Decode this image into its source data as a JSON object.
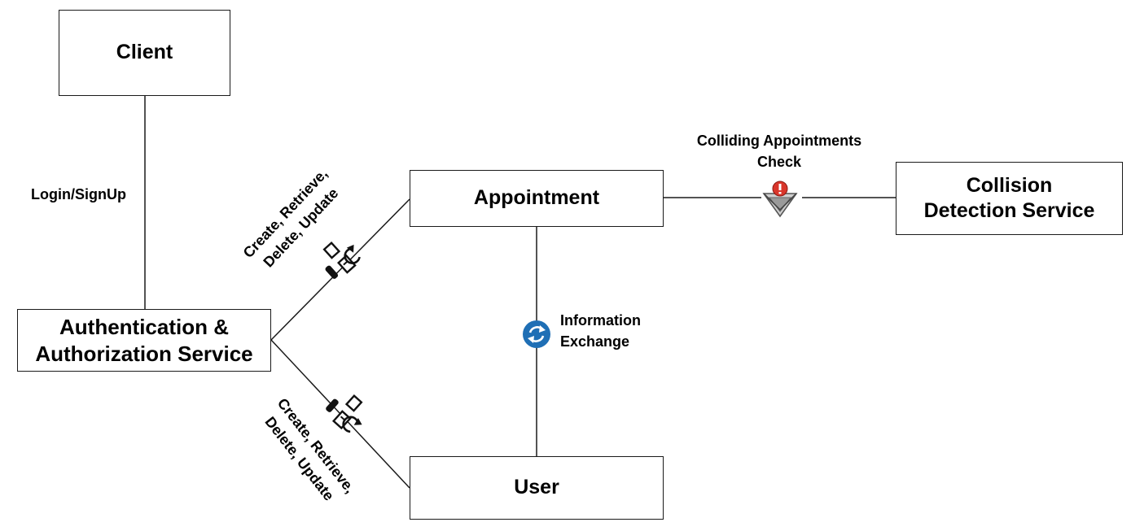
{
  "nodes": {
    "client": {
      "label": [
        "Client"
      ]
    },
    "auth": {
      "label": [
        "Authentication &",
        "Authorization Service"
      ]
    },
    "appointment": {
      "label": [
        "Appointment"
      ]
    },
    "user": {
      "label": [
        "User"
      ]
    },
    "collision": {
      "label": [
        "Collision",
        "Detection Service"
      ]
    }
  },
  "edges": {
    "client_auth": {
      "label": [
        "Login/SignUp"
      ]
    },
    "auth_appointment": {
      "label": [
        "Create, Retrieve,",
        "Delete, Update"
      ],
      "icon": "crud-icon"
    },
    "auth_user": {
      "label": [
        "Create, Retrieve,",
        "Delete, Update"
      ],
      "icon": "crud-icon"
    },
    "appointment_user": {
      "label": [
        "Information",
        "Exchange"
      ],
      "icon": "sync-icon"
    },
    "appointment_collision": {
      "label": [
        "Colliding Appointments",
        "Check"
      ],
      "icon": "warning-filter-icon"
    }
  },
  "colors": {
    "line": "#1a1a1a",
    "sync_icon": "#1f6fb5",
    "warning": "#d9362b"
  }
}
